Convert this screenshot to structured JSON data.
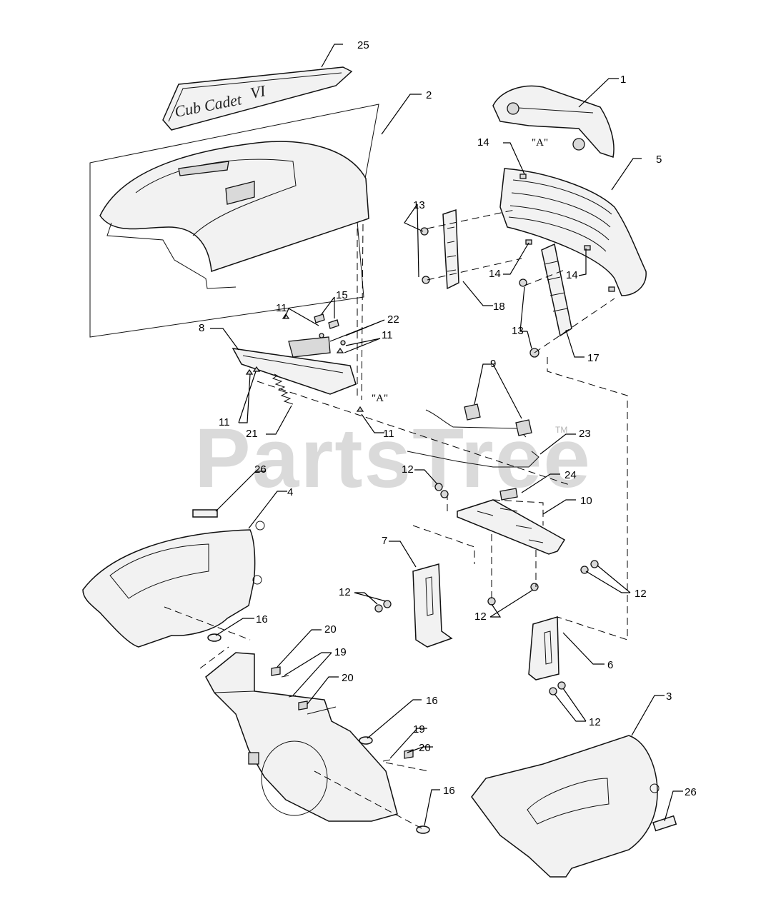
{
  "diagram": {
    "watermark": "PartsTree",
    "trademark": "TM",
    "logo_text": "Cub Cadet",
    "logo_suffix": "VI",
    "reference_marker": "\"A\"",
    "callouts": [
      {
        "id": "c25",
        "label": "25"
      },
      {
        "id": "c2",
        "label": "2"
      },
      {
        "id": "c1",
        "label": "1"
      },
      {
        "id": "c5",
        "label": "5"
      },
      {
        "id": "c14a",
        "label": "14"
      },
      {
        "id": "c14b",
        "label": "14"
      },
      {
        "id": "c14c",
        "label": "14"
      },
      {
        "id": "c13a",
        "label": "13"
      },
      {
        "id": "c13b",
        "label": "13"
      },
      {
        "id": "c18",
        "label": "18"
      },
      {
        "id": "c17",
        "label": "17"
      },
      {
        "id": "c15",
        "label": "15"
      },
      {
        "id": "c22",
        "label": "22"
      },
      {
        "id": "c11a",
        "label": "11"
      },
      {
        "id": "c11b",
        "label": "11"
      },
      {
        "id": "c11c",
        "label": "11"
      },
      {
        "id": "c11d",
        "label": "11"
      },
      {
        "id": "c8",
        "label": "8"
      },
      {
        "id": "c21",
        "label": "21"
      },
      {
        "id": "c9",
        "label": "9"
      },
      {
        "id": "c23",
        "label": "23"
      },
      {
        "id": "c24",
        "label": "24"
      },
      {
        "id": "c26a",
        "label": "26"
      },
      {
        "id": "c26b",
        "label": "26"
      },
      {
        "id": "c4",
        "label": "4"
      },
      {
        "id": "c12a",
        "label": "12"
      },
      {
        "id": "c12b",
        "label": "12"
      },
      {
        "id": "c12c",
        "label": "12"
      },
      {
        "id": "c12d",
        "label": "12"
      },
      {
        "id": "c12e",
        "label": "12"
      },
      {
        "id": "c10",
        "label": "10"
      },
      {
        "id": "c7",
        "label": "7"
      },
      {
        "id": "c6",
        "label": "6"
      },
      {
        "id": "c16a",
        "label": "16"
      },
      {
        "id": "c16b",
        "label": "16"
      },
      {
        "id": "c16c",
        "label": "16"
      },
      {
        "id": "c20a",
        "label": "20"
      },
      {
        "id": "c20b",
        "label": "20"
      },
      {
        "id": "c20c",
        "label": "20"
      },
      {
        "id": "c19a",
        "label": "19"
      },
      {
        "id": "c19b",
        "label": "19"
      },
      {
        "id": "c3",
        "label": "3"
      }
    ]
  }
}
